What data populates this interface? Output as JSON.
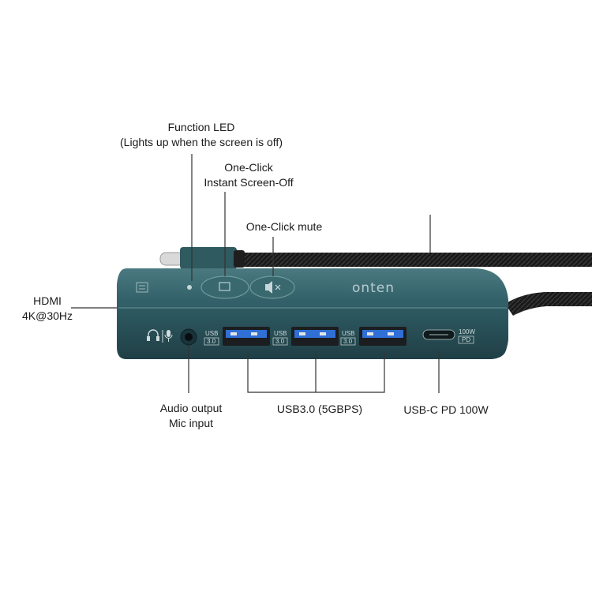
{
  "labels": {
    "function_led": {
      "line1": "Function LED",
      "line2": "(Lights up when the screen is off)"
    },
    "screen_off": {
      "line1": "One-Click",
      "line2": "Instant Screen-Off"
    },
    "mute": {
      "line1": "One-Click mute"
    },
    "hdmi": {
      "line1": "HDMI",
      "line2": "4K@30Hz"
    },
    "audio": {
      "line1": "Audio output",
      "line2": "Mic input"
    },
    "usb3": {
      "line1": "USB3.0 (5GBPS)"
    },
    "usbc": {
      "line1": "USB-C PD 100W"
    }
  },
  "device": {
    "brand": "onten",
    "port_label_usb": "USB",
    "port_label_30": "3.0",
    "pd_label_top": "100W",
    "pd_label_bottom": "PD"
  },
  "colors": {
    "hub_body": "#2f5a60",
    "hub_top": "#3d6c72",
    "usb_port": "#2f6fd6",
    "cable": "#1c1c1c",
    "leader_line": "#333333"
  }
}
